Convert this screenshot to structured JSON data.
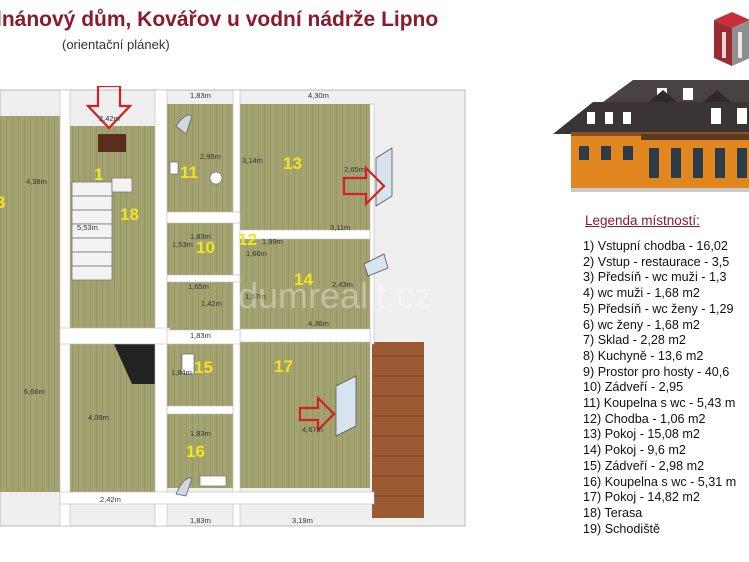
{
  "header": {
    "title": "lnánový dům, Kovářov u vodní nádrže Lipno",
    "subtitle": "(orientační plánek)"
  },
  "colors": {
    "title": "#8b1a2b",
    "floor": "#9a9a6a",
    "wall": "#f2f2f2",
    "room_number": "#f2e51d",
    "arrow": "#d42020",
    "terrace": "#9a5a32"
  },
  "watermark": "dumrealit.cz",
  "legend": {
    "title": "Legenda místností:",
    "items": [
      "1) Vstupní chodba - 16,02",
      "2) Vstup - restaurace - 3,5",
      "3) Předsíň - wc muži - 1,3",
      "4) wc muži - 1,68 m2",
      "5) Předsíň - wc ženy - 1,29",
      "6) wc ženy - 1,68 m2",
      "7) Sklad - 2,28 m2",
      "8) Kuchyně - 13,6 m2",
      "9) Prostor pro hosty - 40,6",
      "10) Zádveří - 2,95",
      "11) Koupelna s wc - 5,43 m",
      "12) Chodba - 1,06 m2",
      "13) Pokoj - 15,08 m2",
      "14) Pokoj - 9,6 m2",
      "15) Zádveří - 2,98 m2",
      "16) Koupelna s wc - 5,31 m",
      "17) Pokoj - 14,82 m2",
      "18) Terasa",
      "19) Schodiště"
    ]
  },
  "rooms": {
    "r1": "1",
    "r3": "3",
    "r10": "10",
    "r11": "11",
    "r12": "12",
    "r13": "13",
    "r14": "14",
    "r15": "15",
    "r16": "16",
    "r17": "17",
    "r18": "18"
  },
  "dimensions": {
    "d1": "2,42m",
    "d2": "1,83m",
    "d3": "4,30m",
    "d4": "4,38m",
    "d5": "5,53m",
    "d6": "2,95m",
    "d7": "3,14m",
    "d8": "1,83m",
    "d9": "1,53m",
    "d10": "1,99m",
    "d11": "1,66m",
    "d12": "3,11m",
    "d13": "2,43m",
    "d14": "1,65m",
    "d15": "1,42m",
    "d16": "1,57m",
    "d17": "4,36m",
    "d18": "1,83m",
    "d19": "6,66m",
    "d20": "4,09m",
    "d21": "1,84m",
    "d22": "1,83m",
    "d23": "4,67m",
    "d24": "2,42m",
    "d25": "1,83m",
    "d26": "3,19m",
    "d27": "2,65m"
  }
}
